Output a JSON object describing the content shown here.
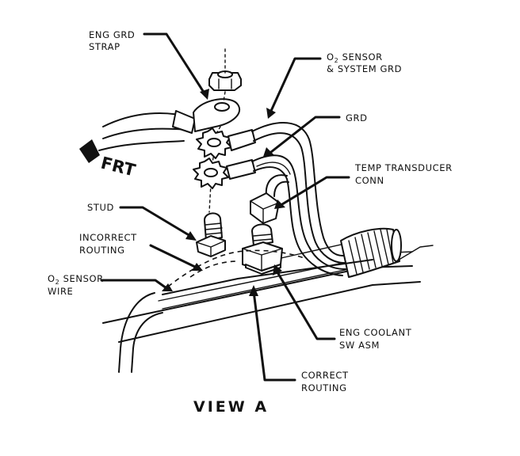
{
  "labels": {
    "eng_grd_strap_1": "ENG GRD",
    "eng_grd_strap_2": "STRAP",
    "o2_sensor_sys_1": "O",
    "o2_sensor_sys_sub": "2",
    "o2_sensor_sys_2": " SENSOR",
    "o2_sensor_sys_3": "& SYSTEM GRD",
    "grd": "GRD",
    "temp_transducer_1": "TEMP TRANSDUCER",
    "temp_transducer_2": "CONN",
    "stud": "STUD",
    "incorrect_routing_1": "INCORRECT",
    "incorrect_routing_2": "ROUTING",
    "o2_wire_1": "O",
    "o2_wire_sub": "2",
    "o2_wire_2": " SENSOR",
    "o2_wire_3": "WIRE",
    "eng_coolant_1": "ENG COOLANT",
    "eng_coolant_2": "SW ASM",
    "correct_routing_1": "CORRECT",
    "correct_routing_2": "ROUTING",
    "frt": "FRT",
    "view": "VIEW  A"
  }
}
